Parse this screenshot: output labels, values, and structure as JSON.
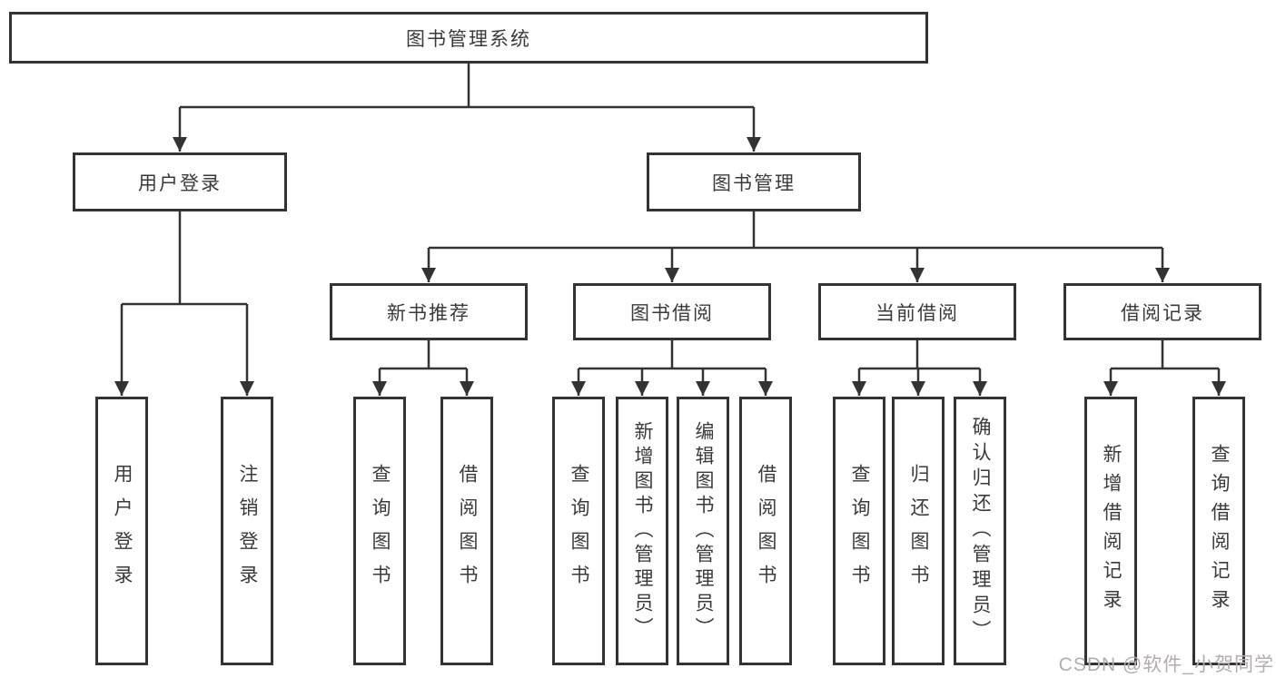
{
  "diagram_title": "图书管理系统",
  "tree": {
    "label": "图书管理系统",
    "children": [
      {
        "label": "用户登录",
        "children": [
          {
            "label": "用户登录"
          },
          {
            "label": "注销登录"
          }
        ]
      },
      {
        "label": "图书管理",
        "children": [
          {
            "label": "新书推荐",
            "children": [
              {
                "label": "查询图书"
              },
              {
                "label": "借阅图书"
              }
            ]
          },
          {
            "label": "图书借阅",
            "children": [
              {
                "label": "查询图书"
              },
              {
                "label": "新增图书（管理员）"
              },
              {
                "label": "编辑图书（管理员）"
              },
              {
                "label": "借阅图书"
              }
            ]
          },
          {
            "label": "当前借阅",
            "children": [
              {
                "label": "查询图书"
              },
              {
                "label": "归还图书"
              },
              {
                "label": "确认归还（管理员）"
              }
            ]
          },
          {
            "label": "借阅记录",
            "children": [
              {
                "label": "新增借阅记录"
              },
              {
                "label": "查询借阅记录"
              }
            ]
          }
        ]
      }
    ]
  },
  "watermark": {
    "text": "CSDN @软件_小贺同学"
  },
  "colors": {
    "line": "#333333",
    "text": "#3a3a3a",
    "background": "#ffffff",
    "watermark": "#b3adad"
  }
}
